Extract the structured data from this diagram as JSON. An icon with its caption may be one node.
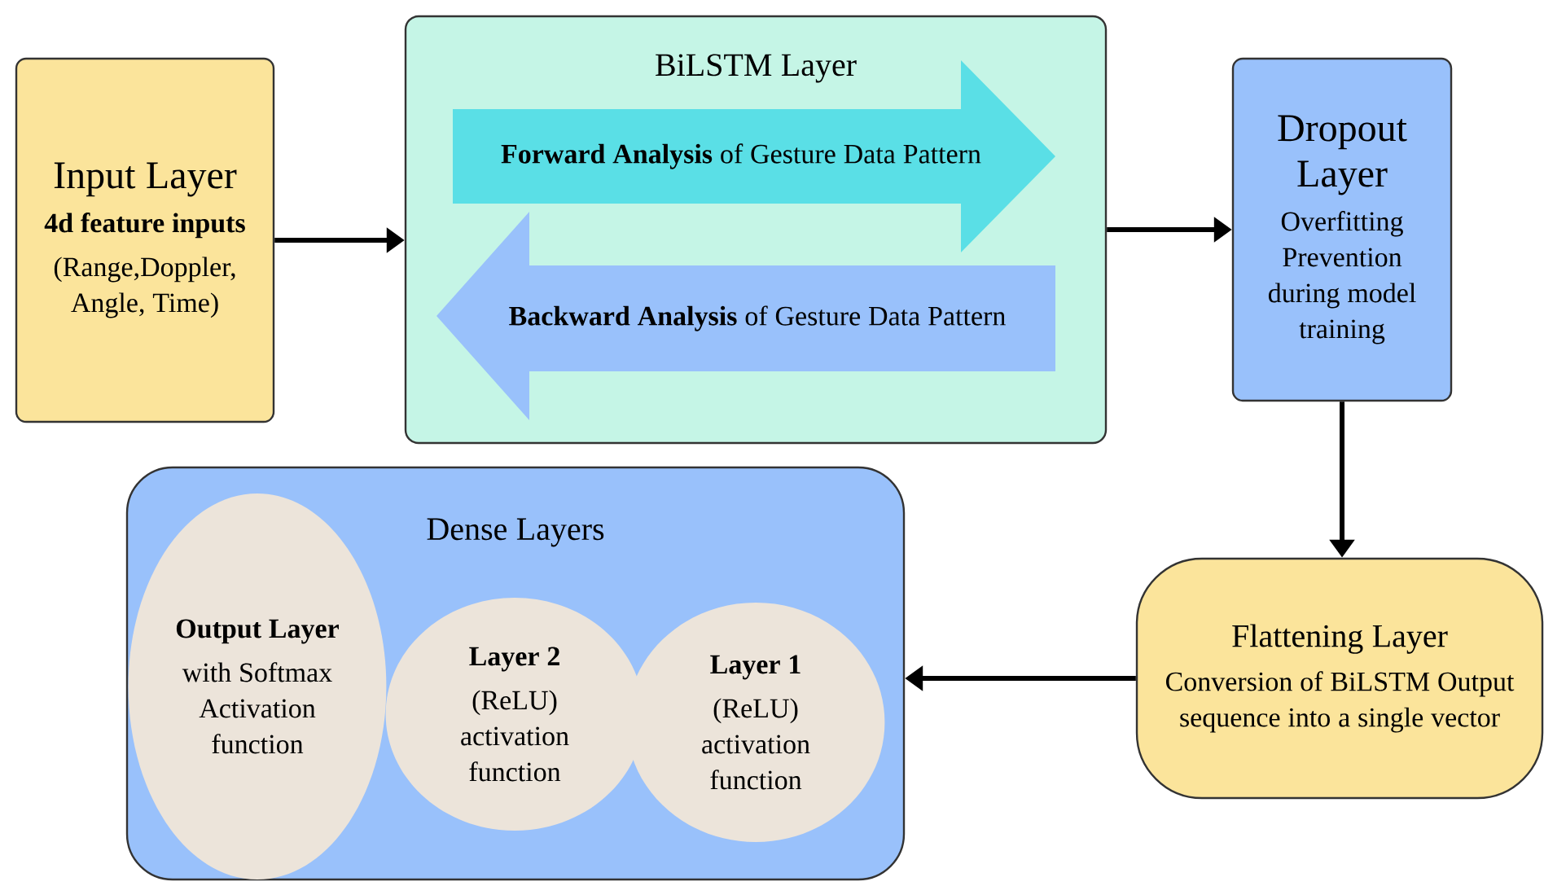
{
  "diagram": {
    "nodes": [
      {
        "text": [
          "Input Layer",
          "4d feature inputs",
          "(Range,Doppler, Angle, Time)"
        ]
      },
      {
        "text": [
          "BiLSTM Layer"
        ]
      },
      {
        "text": [
          "**Forward Analysis** of Gesture Data Pattern"
        ],
        "in": 1
      },
      {
        "text": [
          "**Backward Analysis** of Gesture Data Pattern"
        ],
        "in": 1
      },
      {
        "text": [
          "Dropout Layer",
          "Overfitting Prevention during model training"
        ]
      },
      {
        "text": [
          "Flattening Layer",
          "Conversion of BiLSTM Output sequence into a single vector"
        ]
      },
      {
        "text": [
          "Dense Layers"
        ]
      },
      {
        "text": [
          "Output Layer",
          "with Softmax Activation function"
        ],
        "in": 6
      },
      {
        "text": [
          "Layer 2",
          "(ReLU) activation function"
        ],
        "in": 6
      },
      {
        "text": [
          "Layer 1",
          "(ReLU) activation function"
        ],
        "in": 6
      }
    ],
    "edges": [
      {
        "from": 0,
        "to": 1,
        "arrow": "to"
      },
      {
        "from": 1,
        "to": 4,
        "arrow": "to"
      },
      {
        "from": 4,
        "to": 5,
        "arrow": "to"
      },
      {
        "from": 5,
        "to": 6,
        "arrow": "to"
      }
    ]
  }
}
